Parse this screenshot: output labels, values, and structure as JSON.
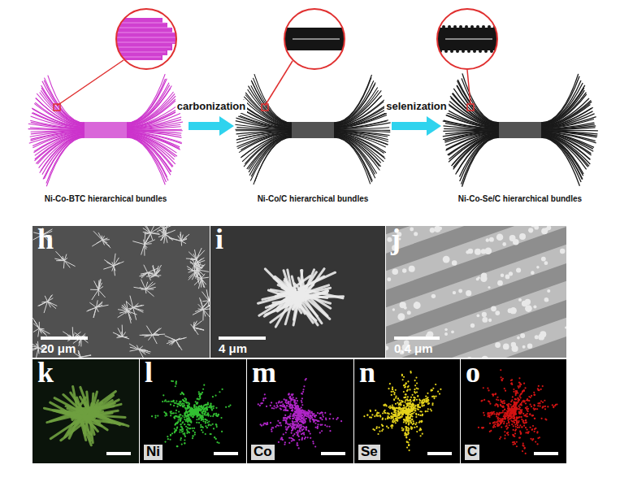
{
  "diagram": {
    "nodes": [
      {
        "text": [
          "Ni-Co-BTC hierarchical bundles"
        ]
      },
      {
        "text": [
          "Ni-Co/C hierarchical bundles"
        ]
      },
      {
        "text": [
          "Ni-Co-Se/C hierarchical bundles"
        ]
      },
      {
        "text": [
          "h",
          "20 μm"
        ]
      },
      {
        "text": [
          "i",
          "4 μm"
        ]
      },
      {
        "text": [
          "j",
          "0.4 μm"
        ]
      },
      {
        "text": [
          "k"
        ]
      },
      {
        "text": [
          "l",
          "Ni"
        ]
      },
      {
        "text": [
          "m",
          "Co"
        ]
      },
      {
        "text": [
          "n",
          "Se"
        ]
      },
      {
        "text": [
          "o",
          "C"
        ]
      }
    ],
    "edges": [
      {
        "from": 0,
        "to": 1,
        "label": "carbonization",
        "arrow": "to"
      },
      {
        "from": 1,
        "to": 2,
        "label": "selenization",
        "arrow": "to"
      }
    ]
  }
}
